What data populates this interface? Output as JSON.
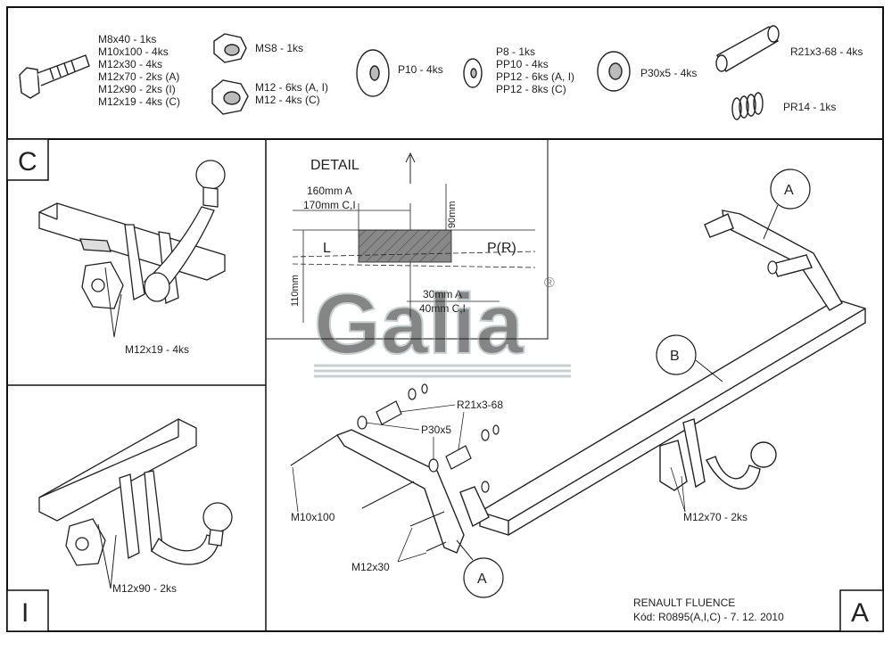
{
  "parts": {
    "bolts": [
      "M8x40 - 1ks",
      "M10x100 - 4ks",
      "M12x30 - 4ks",
      "M12x70 - 2ks (A)",
      "M12x90 - 2ks (I)",
      "M12x19 - 4ks (C)"
    ],
    "ms8": "MS8 - 1ks",
    "m12_nuts": [
      "M12 - 6ks (A, I)",
      "M12 - 4ks (C)"
    ],
    "p10": "P10 - 4ks",
    "pp": [
      "P8 - 1ks",
      "PP10 - 4ks",
      "PP12 - 6ks (A, I)",
      "PP12 - 8ks (C)"
    ],
    "p30": "P30x5 - 4ks",
    "r21": "R21x3-68 - 4ks",
    "pr14": "PR14 - 1ks"
  },
  "panels": {
    "c_letter": "C",
    "c_bolt": "M12x19 - 4ks",
    "i_letter": "I",
    "i_bolt": "M12x90 - 2ks",
    "a_letter": "A"
  },
  "detail": {
    "title": "DETAIL",
    "dim_a": "160mm A",
    "dim_ci": "170mm C,I",
    "dim_90": "90mm",
    "dim_110": "110mm",
    "l": "L",
    "pr": "P(R)",
    "dim_30": "30mm A",
    "dim_40": "40mm C,I"
  },
  "main": {
    "callout_a_top": "A",
    "callout_b": "B",
    "callout_a_bottom": "A",
    "r21": "R21x3-68",
    "p30": "P30x5",
    "m10": "M10x100",
    "m12x30": "M12x30",
    "m12x70": "M12x70 - 2ks",
    "model": "RENAULT FLUENCE",
    "code": "Kód: R0895(A,I,C) - 7. 12. 2010"
  },
  "logo": {
    "text": "Galia",
    "mark": "®"
  }
}
